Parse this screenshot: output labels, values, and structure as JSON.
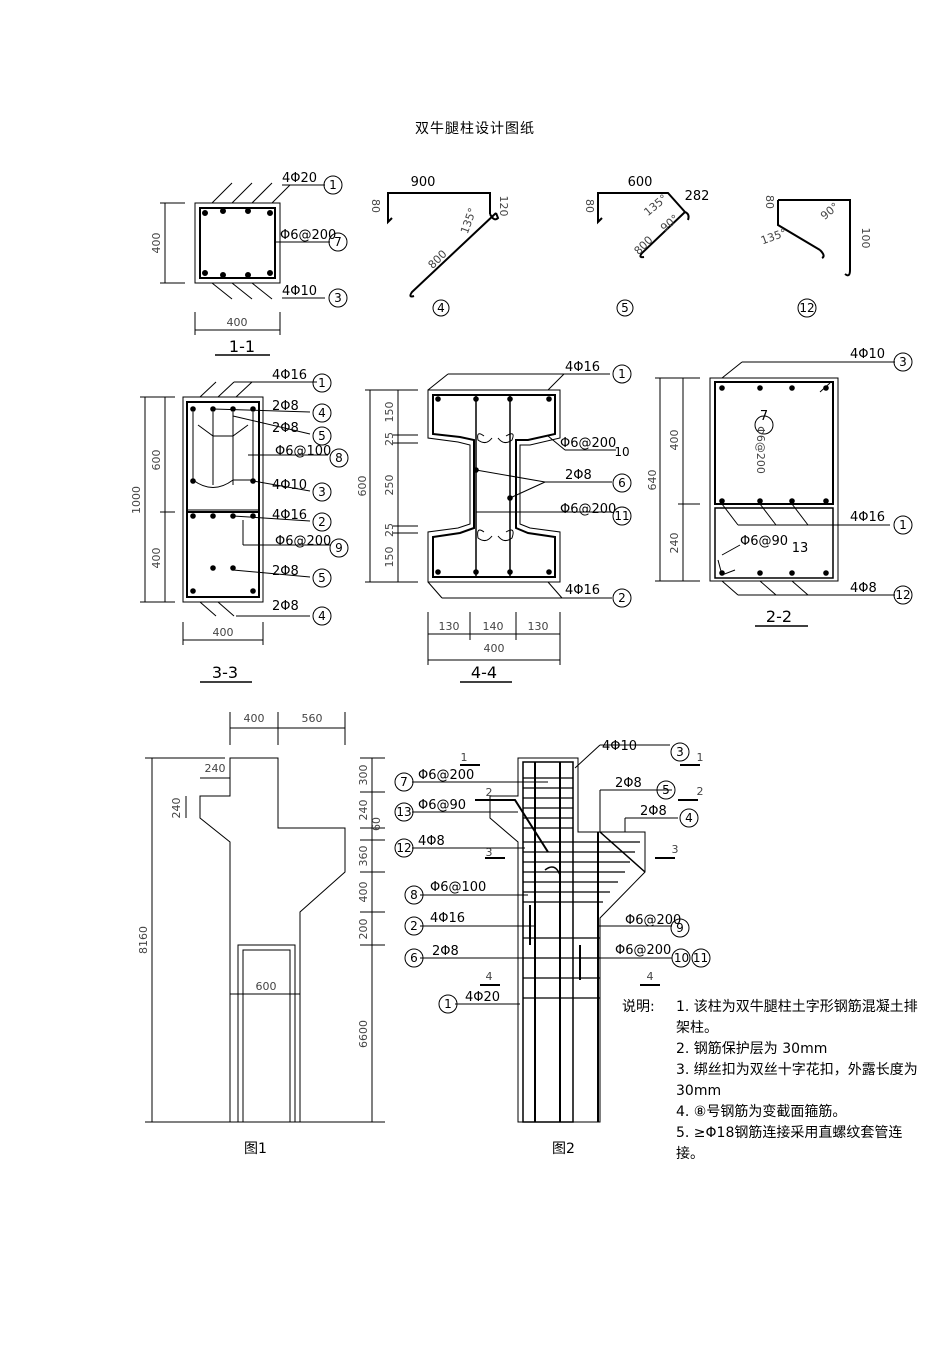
{
  "title": "双牛腿柱设计图纸",
  "figures": {
    "fig1": "图1",
    "fig2": "图2"
  },
  "notes": {
    "header": "说明:",
    "items": [
      "1. 该柱为双牛腿柱土字形钢筋混凝土排架柱。",
      "2. 钢筋保护层为  30mm",
      "3. 绑丝扣为双丝十字花扣，外露长度为 30mm",
      "4. ⑧号钢筋为变截面箍筋。",
      "5. ≥Φ18钢筋连接采用直螺纹套管连接。"
    ]
  },
  "section_1_1": {
    "title": "1-1",
    "dims": [
      "400",
      "400"
    ],
    "callouts": [
      {
        "text": "4Φ20",
        "num": "1"
      },
      {
        "text": "Φ6@200",
        "num": "7"
      },
      {
        "text": "4Φ10",
        "num": "3"
      }
    ]
  },
  "bar_shapes": [
    {
      "num": "4",
      "dims": [
        "900",
        "80",
        "120",
        "800",
        "135°"
      ]
    },
    {
      "num": "5",
      "dims": [
        "600",
        "80",
        "282",
        "800",
        "135°",
        "90°"
      ]
    },
    {
      "num": "12",
      "dims": [
        "80",
        "100",
        "135°",
        "90°"
      ]
    }
  ],
  "section_3_3": {
    "title": "3-3",
    "dims": [
      "1000",
      "600",
      "400",
      "400"
    ],
    "callouts": [
      {
        "text": "4Φ16",
        "num": "1"
      },
      {
        "text": "2Φ8",
        "num": "4"
      },
      {
        "text": "2Φ8",
        "num": "5"
      },
      {
        "text": "Φ6@100",
        "num": "8"
      },
      {
        "text": "4Φ10",
        "num": "3"
      },
      {
        "text": "4Φ16",
        "num": "2"
      },
      {
        "text": "Φ6@200",
        "num": "9"
      },
      {
        "text": "2Φ8",
        "num": "5"
      },
      {
        "text": "2Φ8",
        "num": "4"
      }
    ]
  },
  "section_4_4": {
    "title": "4-4",
    "dims": [
      "150",
      "25",
      "250",
      "25",
      "150",
      "600",
      "130",
      "140",
      "130",
      "400"
    ],
    "callouts": [
      {
        "text": "4Φ16",
        "num": "1"
      },
      {
        "text": "Φ6@200",
        "num": "10"
      },
      {
        "text": "2Φ8",
        "num": "6"
      },
      {
        "text": "Φ6@200",
        "num": "11"
      },
      {
        "text": "4Φ16",
        "num": "2"
      }
    ]
  },
  "section_2_2": {
    "title": "2-2",
    "dims": [
      "640",
      "400",
      "240"
    ],
    "callouts": [
      {
        "text": "4Φ10",
        "num": "3"
      },
      {
        "text": "7",
        "num": ""
      },
      {
        "text": "Φ6@200",
        "num": ""
      },
      {
        "text": "4Φ16",
        "num": "1"
      },
      {
        "text": "Φ6@90",
        "num": "13"
      },
      {
        "text": "4Φ8",
        "num": "12"
      }
    ]
  },
  "fig1_dims": [
    "400",
    "560",
    "240",
    "240",
    "8160",
    "600",
    "300",
    "240",
    "360",
    "400",
    "200",
    "6600",
    "60"
  ],
  "fig2_callouts": [
    {
      "text": "4Φ10",
      "num": "3"
    },
    {
      "text": "Φ6@200",
      "num": "7"
    },
    {
      "text": "2Φ8",
      "num": "5"
    },
    {
      "text": "Φ6@90",
      "num": "13"
    },
    {
      "text": "2Φ8",
      "num": "4"
    },
    {
      "text": "4Φ8",
      "num": "12"
    },
    {
      "text": "Φ6@100",
      "num": "8"
    },
    {
      "text": "4Φ16",
      "num": "2"
    },
    {
      "text": "Φ6@200",
      "num": "9"
    },
    {
      "text": "2Φ8",
      "num": "6"
    },
    {
      "text": "Φ6@200",
      "num": "10 11"
    },
    {
      "text": "4Φ20",
      "num": "1"
    }
  ],
  "section_marks": [
    "1",
    "2",
    "3",
    "4"
  ]
}
